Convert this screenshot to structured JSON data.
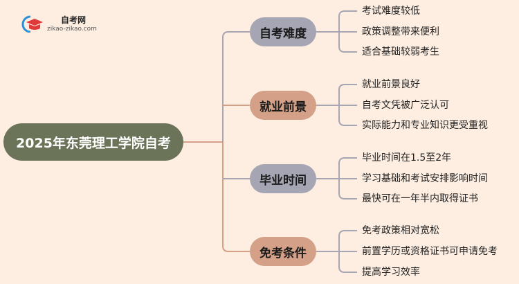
{
  "logo": {
    "name": "自考网",
    "url": "zikao-zikao.com"
  },
  "root": "2025年东莞理工学院自考",
  "colors": {
    "gray": "#a6a5b4",
    "tan": "#d4a088",
    "root": "#6b7358"
  },
  "branches": [
    {
      "label": "自考难度",
      "leaves": [
        "考试难度较低",
        "政策调整带来便利",
        "适合基础较弱考生"
      ]
    },
    {
      "label": "就业前景",
      "leaves": [
        "就业前景良好",
        "自考文凭被广泛认可",
        "实际能力和专业知识更受重视"
      ]
    },
    {
      "label": "毕业时间",
      "leaves": [
        "毕业时间在1.5至2年",
        "学习基础和考试安排影响时间",
        "最快可在一年半内取得证书"
      ]
    },
    {
      "label": "免考条件",
      "leaves": [
        "免考政策相对宽松",
        "前置学历或资格证书可申请免考",
        "提高学习效率"
      ]
    }
  ]
}
